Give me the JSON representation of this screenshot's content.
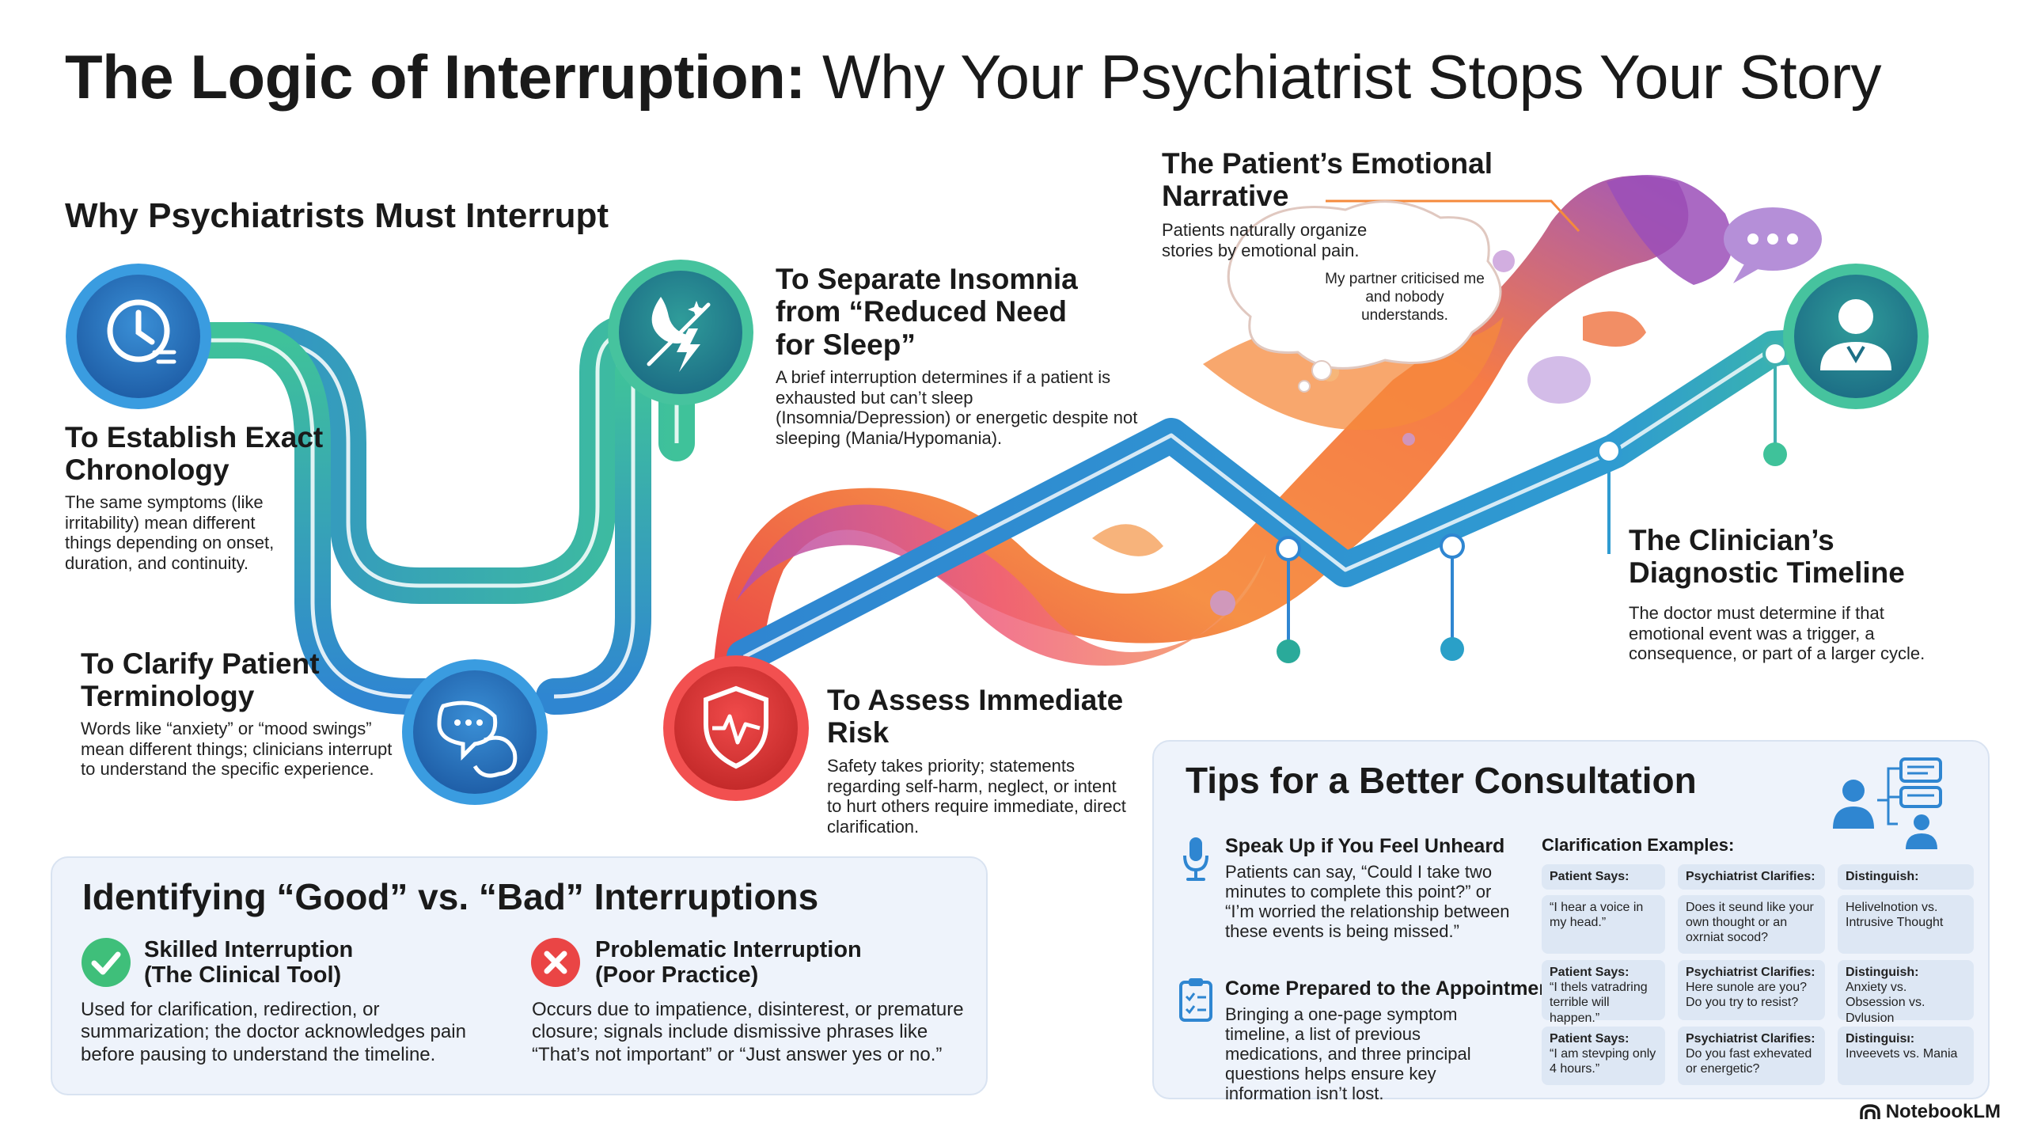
{
  "title": {
    "bold": "The Logic of Interruption:",
    "rest": "Why Your Psychiatrist Stops Your Story"
  },
  "why": {
    "heading": "Why Psychiatrists Must Interrupt",
    "reasons": [
      {
        "title": "To Establish Exact Chronology",
        "text": "The same symptoms (like irritability) mean different things depending on onset, duration, and continuity.",
        "icon": "clock-icon"
      },
      {
        "title": "To Clarify Patient Terminology",
        "text": "Words like “anxiety” or “mood swings” mean different things; clinicians interrupt to understand the specific experience.",
        "icon": "chat-brain-icon"
      },
      {
        "title": "To Separate Insomnia from “Reduced Need for Sleep”",
        "text": "A brief interruption determines if a patient is exhausted but can’t sleep (Insomnia/Depression) or energetic despite not sleeping (Mania/Hypomania).",
        "icon": "moon-lightning-icon"
      },
      {
        "title": "To Assess Immediate Risk",
        "text": "Safety takes priority; statements regarding self-harm, neglect, or intent to hurt others require immediate, direct clarification.",
        "icon": "shield-heartbeat-icon"
      }
    ]
  },
  "narrative": {
    "title": "The Patient’s Emotional Narrative",
    "text": "Patients naturally organize stories by emotional pain.",
    "bubble": "My partner criticised me and nobody understands."
  },
  "timeline": {
    "title": "The Clinician’s Diagnostic Timeline",
    "text": "The doctor must determine if that emotional event was a trigger, a consequence, or part of a larger cycle.",
    "icon": "doctor-icon"
  },
  "interruptions": {
    "title": "Identifying “Good” vs. “Bad” Interruptions",
    "good": {
      "title": "Skilled Interruption (The Clinical Tool)",
      "text": "Used for clarification, redirection, or summarization; the doctor acknowledges pain before pausing to understand the timeline.",
      "icon": "check-icon"
    },
    "bad": {
      "title": "Problematic Interruption (Poor Practice)",
      "text": "Occurs due to impatience, disinterest, or premature closure; signals include dismissive phrases like “That’s not important” or “Just answer yes or no.”",
      "icon": "x-icon"
    }
  },
  "tips": {
    "title": "Tips for a Better Consultation",
    "items": [
      {
        "title": "Speak Up if You Feel Unheard",
        "text": "Patients can say, “Could I take two minutes to complete this point?” or “I’m worried the relationship between these events is being missed.”",
        "icon": "microphone-icon"
      },
      {
        "title": "Come Prepared to the Appointment",
        "text": "Bringing a one-page symptom timeline, a list of previous medications, and three principal questions helps ensure key information isn’t lost.",
        "icon": "clipboard-icon"
      }
    ],
    "clarification": {
      "title": "Clarification Examples:",
      "headers": [
        "Patient Says:",
        "Psychiatrist Clarifies:",
        "Distinguish:"
      ],
      "rows": [
        {
          "patient": "“I hear a voice in my head.”",
          "clarify": "Does it seund like your own thought or an oxrniat socod?",
          "distinguish": "Helivelnotion vs. Intrusive Thought"
        },
        {
          "patient_label": "Patient Says:",
          "patient": "“I thels vatradring terrible will happen.”",
          "clarify_label": "Psychiatrist Clarifies:",
          "clarify": "Here sunole are you? Do you try to resist?",
          "distinguish_label": "Distinguish:",
          "distinguish": "Anxiety vs. Obsession vs. Dvlusion"
        },
        {
          "patient_label": "Patient Says:",
          "patient": "“I am stevping only 4 hours.”",
          "clarify_label": "Psychiatrist Clarifies:",
          "clarify": "Do you fast exhevated or energetic?",
          "distinguish_label": "Distinguisı:",
          "distinguish": "Inveevets vs. Mania"
        }
      ]
    }
  },
  "logo": "NotebookLM",
  "colors": {
    "blue": "#2f7fc6",
    "teal": "#3fbf9a",
    "red": "#e23a3a",
    "orange": "#f58a3c",
    "purple": "#9b4fb8"
  }
}
